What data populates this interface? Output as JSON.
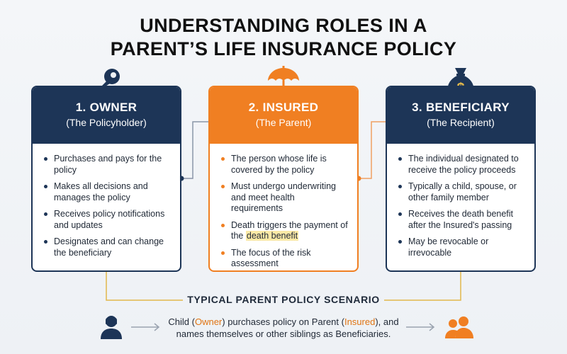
{
  "title": {
    "line1": "UNDERSTANDING ROLES IN A",
    "line2": "PARENT’S LIFE INSURANCE POLICY"
  },
  "colors": {
    "navy": "#1d3557",
    "orange": "#f07f22",
    "gold_line": "#e2b84b",
    "highlight": "#fbe9a6"
  },
  "cards": [
    {
      "role": "1. OWNER",
      "subtitle": "(The Policyholder)",
      "icon": "key-icon",
      "bullets": [
        "Purchases and pays for the policy",
        "Makes all decisions and manages the policy",
        "Receives policy notifications and updates",
        "Designates and can change the beneficiary"
      ]
    },
    {
      "role": "2. INSURED",
      "subtitle": "(The Parent)",
      "icon": "umbrella-icon",
      "bullets": [
        "The person whose life is covered by the policy",
        "Must undergo underwriting and meet health requirements",
        "Death triggers the payment of the",
        "The focus of the risk assessment"
      ],
      "highlight": "death benefit"
    },
    {
      "role": "3. BENEFICIARY",
      "subtitle": "(The Recipient)",
      "icon": "money-bag-icon",
      "bullets": [
        "The individual designated to receive the policy proceeds",
        "Typically a child, spouse, or other family member",
        "Receives the death benefit after the Insured's passing",
        "May be revocable or irrevocable"
      ]
    }
  ],
  "scenario": {
    "title": "TYPICAL PARENT POLICY SCENARIO",
    "part1": "Child (",
    "owner": "Owner",
    "part2": ") purchases policy on Parent (",
    "insured": "Insured",
    "part3": "), and names themselves or other siblings as Beneficiaries.",
    "left_icon": "person-icon",
    "right_icon": "group-icon"
  }
}
